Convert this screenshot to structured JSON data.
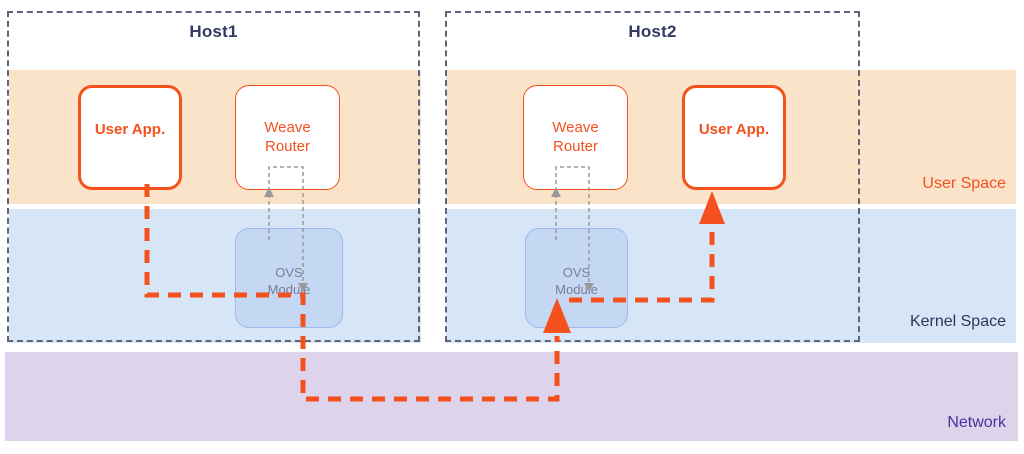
{
  "hosts": [
    {
      "title": "Host1",
      "user_app_label": "User App.",
      "weave_router_label": "Weave\nRouter",
      "ovs_label": "OVS\nModule"
    },
    {
      "title": "Host2",
      "user_app_label": "User App.",
      "weave_router_label": "Weave\nRouter",
      "ovs_label": "OVS\nModule"
    }
  ],
  "bands": {
    "user_space_label": "User Space",
    "kernel_space_label": "Kernel Space",
    "network_label": "Network"
  },
  "colors": {
    "accent_orange": "#F4511E",
    "user_space_band": "#FBE3CA",
    "kernel_space_band": "#D7E6F7",
    "network_band": "#DDD3EA",
    "ovs_module_fill": "#C4D7F3",
    "ovs_module_border": "#9EB9EC",
    "ovs_module_text": "#7A7E94",
    "host_border": "#60667A",
    "host_title_text": "#343A64",
    "kernel_label_text": "#30345B",
    "network_label_text": "#4930A2",
    "gray_arrow": "#9A9A9A"
  }
}
